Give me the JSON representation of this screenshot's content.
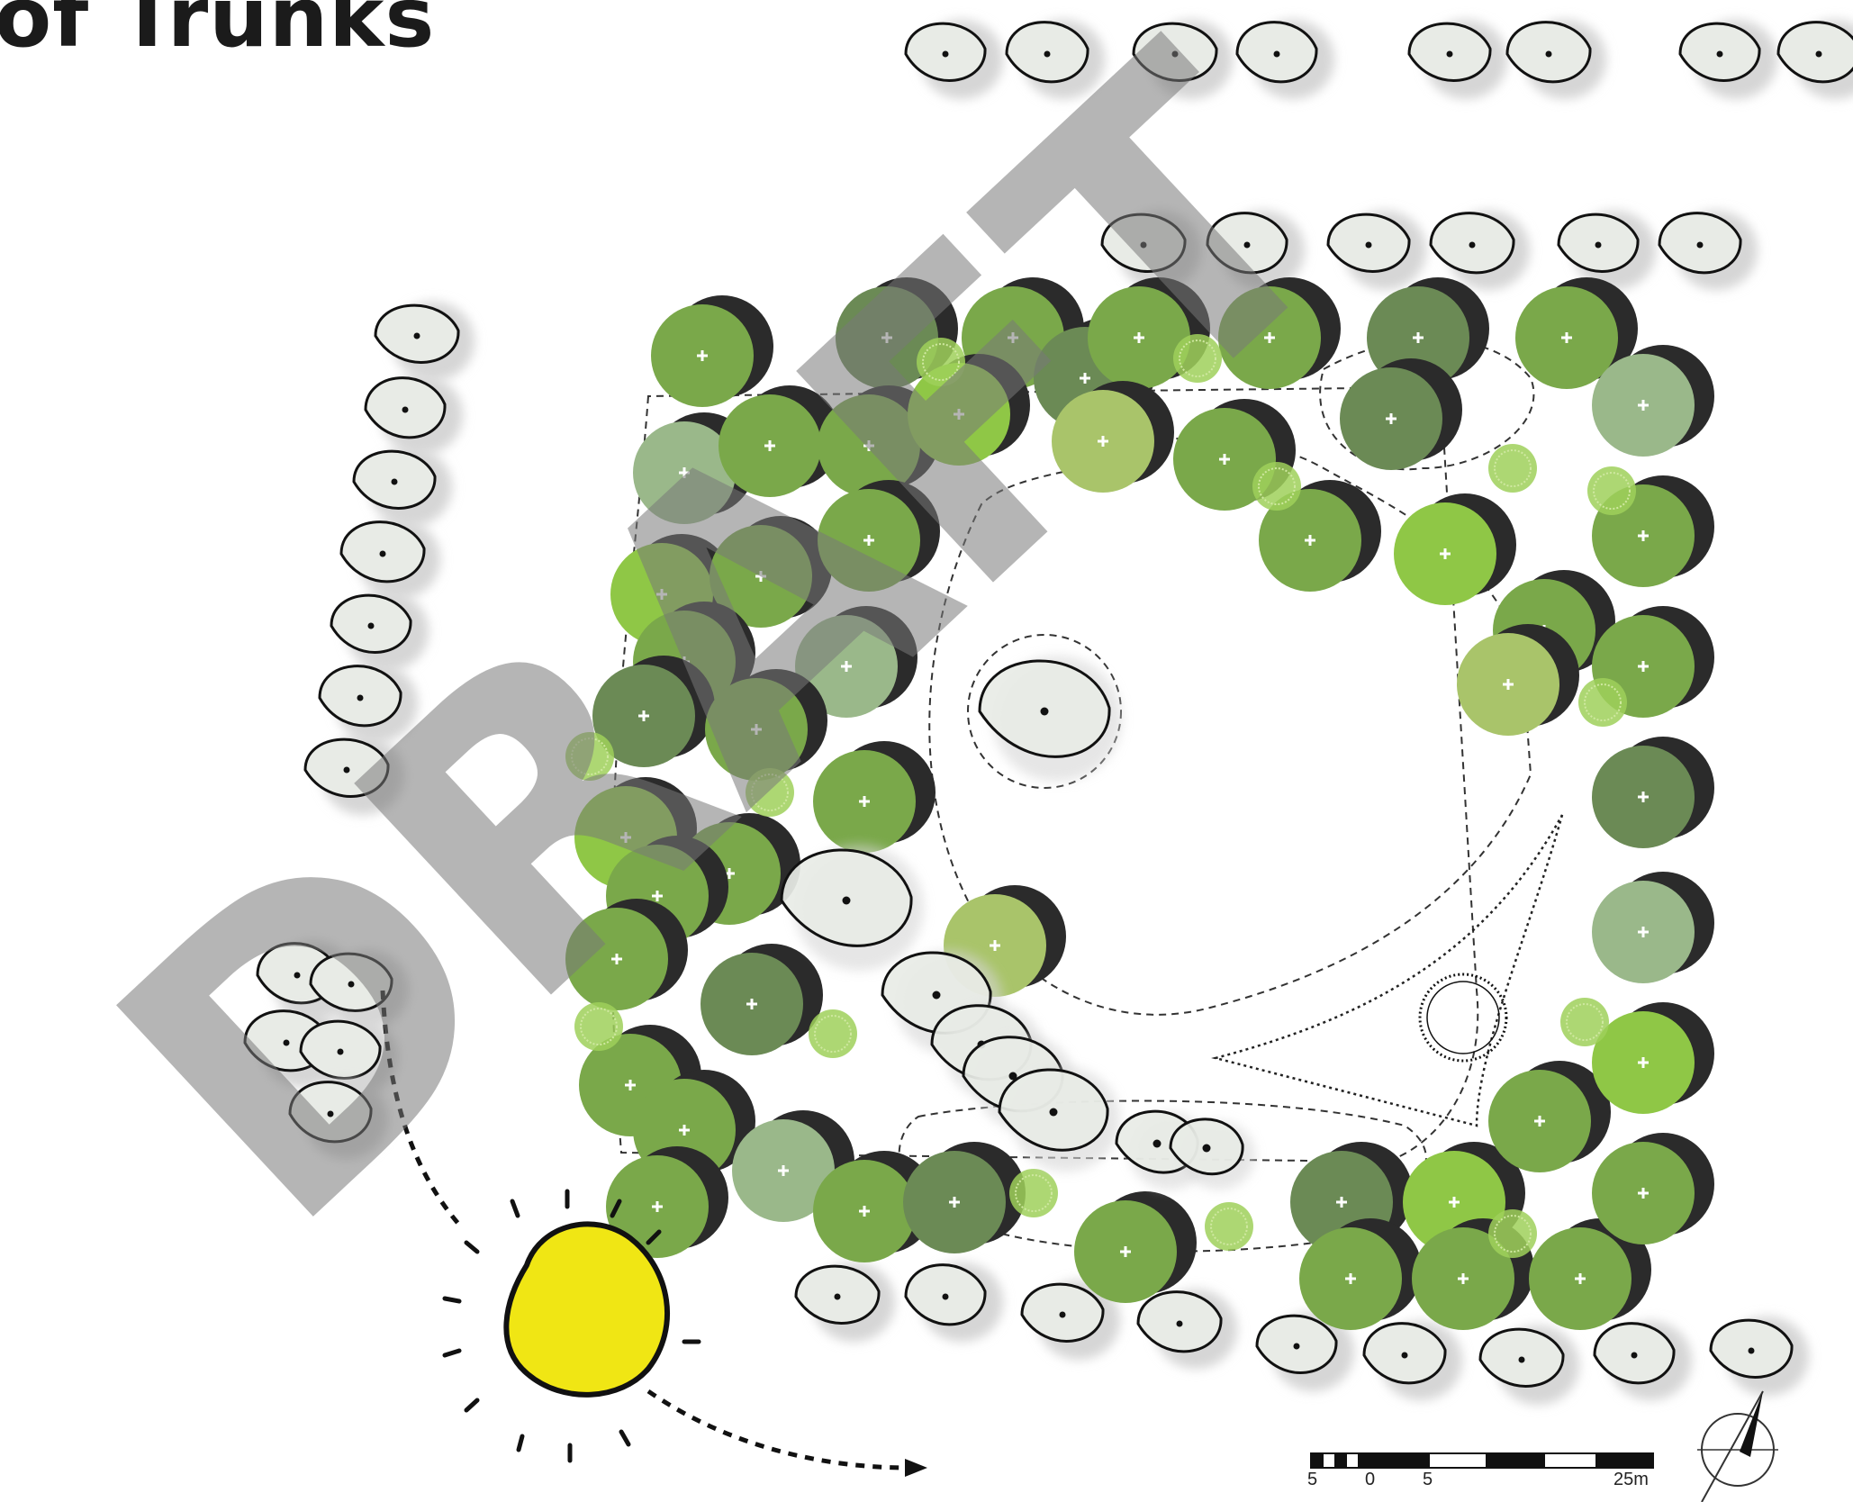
{
  "title": "of Trunks",
  "watermark": "DRAFT",
  "scale": {
    "labels": [
      "5",
      "0",
      "5",
      "25m"
    ]
  },
  "colors": {
    "tree_fill": "#e8ebe6",
    "tree_shadow": "#d6d6d6",
    "canopy_dark": "#6b8a55",
    "canopy_mid": "#7aa84a",
    "canopy_light": "#8fc746",
    "canopy_pale": "#9ab88a",
    "canopy_olive": "#a9c46a",
    "canopy_shadow": "#2b2b2b",
    "sun": "#f0e614",
    "outline": "#111111",
    "watermark": "#9a9a9a"
  },
  "icons": [
    "sun-icon",
    "north-arrow-icon",
    "scale-bar-icon",
    "sun-path-arrow-icon"
  ]
}
